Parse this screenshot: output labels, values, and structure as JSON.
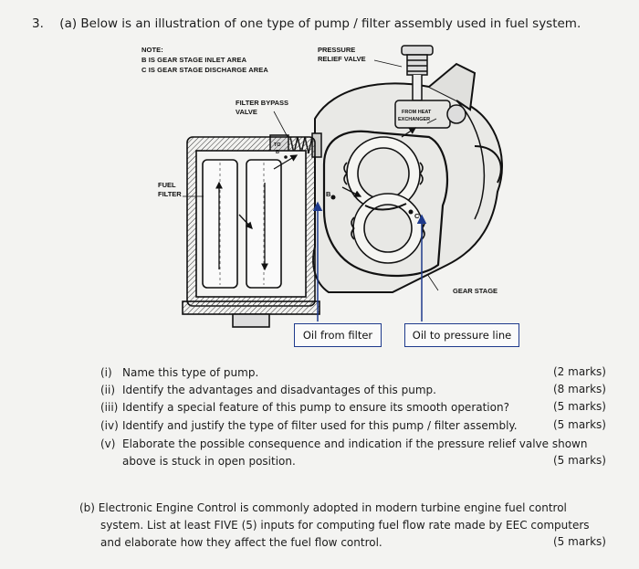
{
  "question": {
    "number": "3.",
    "part_a_intro": "(a) Below is an illustration of one type of pump / filter assembly used in fuel system."
  },
  "figure": {
    "note_title": "NOTE:",
    "note_b": "B IS GEAR STAGE INLET AREA",
    "note_c": "C IS GEAR STAGE DISCHARGE AREA",
    "label_relief": "PRESSURE",
    "label_relief2": "RELIEF VALVE",
    "label_bypass": "FILTER BYPASS",
    "label_bypass2": "VALVE",
    "label_filter": "FUEL",
    "label_filter2": "FILTER",
    "label_heat1": "FROM HEAT",
    "label_heat2": "EXCHANGER",
    "label_to": "TO",
    "label_to_b": "B",
    "label_b": "B",
    "label_c": "C",
    "label_gear": "GEAR STAGE",
    "callout_left": "Oil from filter",
    "callout_right": "Oil to pressure line"
  },
  "items": [
    {
      "num": "(i)",
      "text": "Name this type of pump.",
      "marks": "(2 marks)"
    },
    {
      "num": "(ii)",
      "text": "Identify the advantages and disadvantages of this pump.",
      "marks": "(8 marks)"
    },
    {
      "num": "(iii)",
      "text": "Identify a special feature of this pump to ensure its smooth operation?",
      "marks": "(5 marks)"
    },
    {
      "num": "(iv)",
      "text": "Identify and justify the type of filter used for this pump / filter assembly.",
      "marks": "(5 marks)"
    },
    {
      "num": "(v)",
      "text": "Elaborate the possible consequence and indication if the pressure relief valve shown",
      "text2": "above is stuck in open position.",
      "marks": "(5 marks)"
    }
  ],
  "part_b": {
    "line1": "(b) Electronic Engine Control is commonly adopted in modern turbine engine fuel control",
    "line2": "system.  List at least FIVE (5) inputs for computing fuel flow rate made by EEC computers",
    "line3": "and elaborate how they affect the fuel flow control.",
    "marks": "(5 marks)"
  }
}
